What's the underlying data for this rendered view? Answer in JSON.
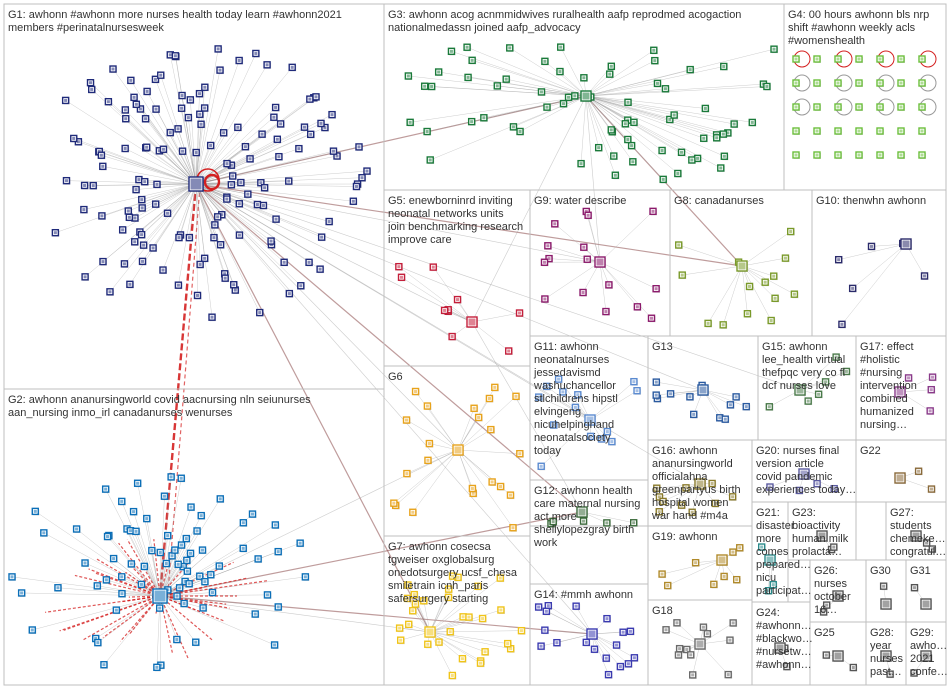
{
  "groups": [
    {
      "id": "G1",
      "label": [
        "G1: awhonn #awhonn more nurses health today learn #awhonn2021",
        "members #perinatalnursesweek"
      ]
    },
    {
      "id": "G2",
      "label": [
        "G2: awhonn ananursingworld covid aacnursing nln seiunurses",
        "aan_nursing inmo_irl canadanurses wenurses"
      ]
    },
    {
      "id": "G3",
      "label": [
        "G3: awhonn acog acnmmidwives ruralhealth aafp reprodmed acogaction",
        "nationalmedassn joined aafp_advocacy"
      ]
    },
    {
      "id": "G4",
      "label": [
        "G4: 00 hours awhonn bls nrp",
        "shift #awhonn weekly acls",
        "#womenshealth"
      ]
    },
    {
      "id": "G5",
      "label": [
        "G5: enewborninrd inviting",
        "neonatal networks units",
        "join benchmarking research",
        "improve care"
      ]
    },
    {
      "id": "G6",
      "label": [
        "G6"
      ]
    },
    {
      "id": "G7",
      "label": [
        "G7: awhonn cosecsa",
        "tgweiser oxglobalsurg",
        "onedotsurgery ucsf_chesa",
        "smiletrain icnh_paris",
        "safersurgery starting"
      ]
    },
    {
      "id": "G8",
      "label": [
        "G8: canadanurses"
      ]
    },
    {
      "id": "G9",
      "label": [
        "G9: water describe"
      ]
    },
    {
      "id": "G10",
      "label": [
        "G10: thenwhn awhonn"
      ]
    },
    {
      "id": "G11",
      "label": [
        "G11: awhonn",
        "neonatalnurses",
        "jessedavismd",
        "washuchancellor",
        "stlchildrens hipstl",
        "elvingeng",
        "nicuhelpinghand",
        "neonatalsociety",
        "today"
      ]
    },
    {
      "id": "G12",
      "label": [
        "G12: awhonn health",
        "care maternal nursing",
        "act more",
        "shellylopezgray birth",
        "work"
      ]
    },
    {
      "id": "G13",
      "label": [
        "G13"
      ]
    },
    {
      "id": "G14",
      "label": [
        "G14: #mmh awhonn"
      ]
    },
    {
      "id": "G15",
      "label": [
        "G15: awhonn",
        "lee_health virtual",
        "thefpqc very co fl",
        "dcf nurses love"
      ]
    },
    {
      "id": "G16",
      "label": [
        "G16: awhonn",
        "ananursingworld",
        "officialahna",
        "greenpartyus birth",
        "hospital women",
        "war hand #m4a"
      ]
    },
    {
      "id": "G17",
      "label": [
        "G17: effect",
        "#holistic",
        "#nursing",
        "intervention",
        "combined",
        "humanized",
        "nursing…"
      ]
    },
    {
      "id": "G18",
      "label": [
        "G18"
      ]
    },
    {
      "id": "G19",
      "label": [
        "G19: awhonn"
      ]
    },
    {
      "id": "G20",
      "label": [
        "G20: nurses final",
        "version article",
        "covid pandemic",
        "experiences today…"
      ]
    },
    {
      "id": "G21",
      "label": [
        "G21:",
        "disaster",
        "more",
        "comes",
        "prepared…",
        "nicu",
        "participat…"
      ]
    },
    {
      "id": "G22",
      "label": [
        "G22"
      ]
    },
    {
      "id": "G23",
      "label": [
        "G23:",
        "bioactivity",
        "human milk",
        "prolacta…"
      ]
    },
    {
      "id": "G24",
      "label": [
        "G24:",
        "#awhonn…",
        "#blackwo…",
        "#nursetw…",
        "#awhonn…"
      ]
    },
    {
      "id": "G25",
      "label": [
        "G25"
      ]
    },
    {
      "id": "G26",
      "label": [
        "G26:",
        "nurses",
        "october",
        "16…"
      ]
    },
    {
      "id": "G27",
      "label": [
        "G27:",
        "students",
        "chemeke…",
        "congratul…"
      ]
    },
    {
      "id": "G28",
      "label": [
        "G28:",
        "year",
        "nurses",
        "past…"
      ]
    },
    {
      "id": "G29",
      "label": [
        "G29:",
        "awho…",
        "2021",
        "confe…"
      ]
    },
    {
      "id": "G30",
      "label": [
        "G30"
      ]
    },
    {
      "id": "G31",
      "label": [
        "G31"
      ]
    }
  ],
  "colors": {
    "G1": "#1f2a7a",
    "G2": "#0b6fb8",
    "G3": "#1a7a3a",
    "G4": "#6bbf3b",
    "G5": "#c41e3a",
    "G6": "#e8a31b",
    "G7": "#f0c419",
    "G8": "#7a9a2a",
    "G9": "#8b1a6b",
    "G10": "#2a2a6a",
    "G11": "#5a8ad0",
    "G12": "#3a6a3a",
    "G13": "#2a5aa0",
    "G14": "#3a3ab0",
    "G15": "#4a7a4a",
    "G16": "#8a7a2a",
    "G17": "#8a3a8a",
    "G18": "#6a6a6a",
    "G19": "#b08a2a",
    "G20": "#5a5aa0",
    "G21": "#2a8a8a",
    "G22": "#8a6a3a",
    "edge": "#9a9a9a",
    "redge": "#d42020",
    "brownedge": "#8b4a4a"
  }
}
